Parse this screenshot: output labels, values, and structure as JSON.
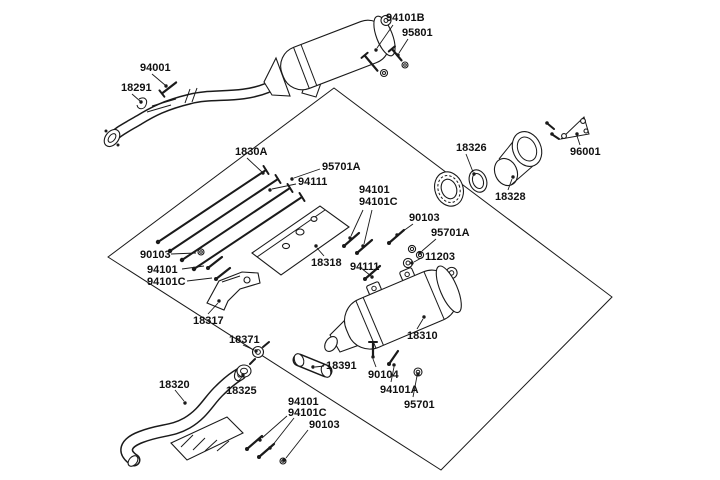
{
  "page": {
    "background": "#ffffff",
    "ink": "#1a1a1a"
  },
  "callouts": [
    {
      "part": "94101B"
    },
    {
      "part": "95801"
    },
    {
      "part": "94001"
    },
    {
      "part": "18291"
    },
    {
      "part": "1830A"
    },
    {
      "part": "95701A"
    },
    {
      "part": "94111"
    },
    {
      "part": "94101"
    },
    {
      "part": "94101C"
    },
    {
      "part": "90103"
    },
    {
      "part": "95701A"
    },
    {
      "part": "18326"
    },
    {
      "part": "18328"
    },
    {
      "part": "96001"
    },
    {
      "part": "90103"
    },
    {
      "part": "94101"
    },
    {
      "part": "94101C"
    },
    {
      "part": "18318"
    },
    {
      "part": "94111"
    },
    {
      "part": "11203"
    },
    {
      "part": "18317"
    },
    {
      "part": "18310"
    },
    {
      "part": "18371"
    },
    {
      "part": "18391"
    },
    {
      "part": "90104"
    },
    {
      "part": "94101A"
    },
    {
      "part": "95701"
    },
    {
      "part": "18320"
    },
    {
      "part": "18325"
    },
    {
      "part": "94101"
    },
    {
      "part": "94101C"
    },
    {
      "part": "90103"
    }
  ]
}
